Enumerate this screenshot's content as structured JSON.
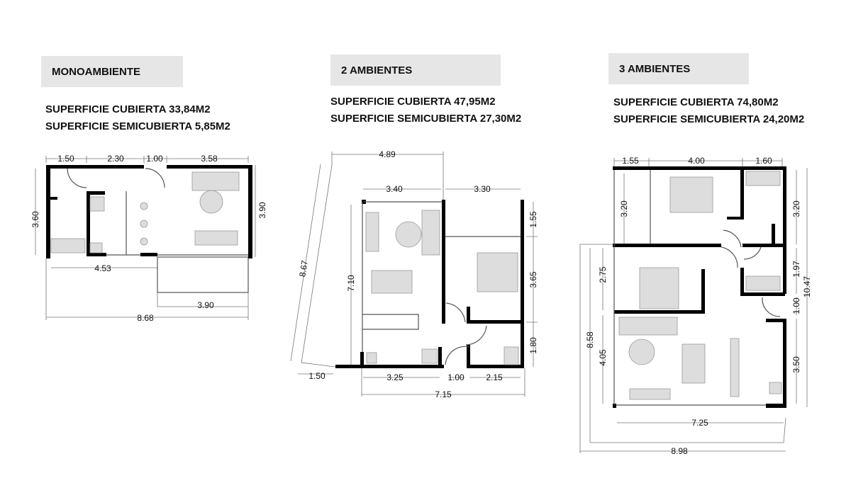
{
  "units": [
    {
      "title": "MONOAMBIENTE",
      "cubierta": "SUPERFICIE CUBIERTA 33,84M2",
      "semicubierta": "SUPERFICIE SEMICUBIERTA 5,85M2",
      "dims": [
        "1.50",
        "2.30",
        "1.00",
        "3.58",
        "3.60",
        "3.90",
        "4.53",
        "3.90",
        "8.68"
      ]
    },
    {
      "title": "2 AMBIENTES",
      "cubierta": "SUPERFICIE CUBIERTA 47,95M2",
      "semicubierta": "SUPERFICIE SEMICUBIERTA 27,30M2",
      "dims": [
        "4.89",
        "8.67",
        "3.40",
        "3.30",
        "1.55",
        "3.65",
        "1.80",
        "7.10",
        "3.25",
        "1.00",
        "2.15",
        "1.50",
        "7.15"
      ]
    },
    {
      "title": "3 AMBIENTES",
      "cubierta": "SUPERFICIE CUBIERTA 74,80M2",
      "semicubierta": "SUPERFICIE SEMICUBIERTA 24,20M2",
      "dims": [
        "1.55",
        "4.00",
        "1.60",
        "3.20",
        "3.20",
        "1.97",
        "1.00",
        "3.50",
        "10.47",
        "2.75",
        "4.05",
        "8.58",
        "7.25",
        "8.98"
      ]
    }
  ]
}
